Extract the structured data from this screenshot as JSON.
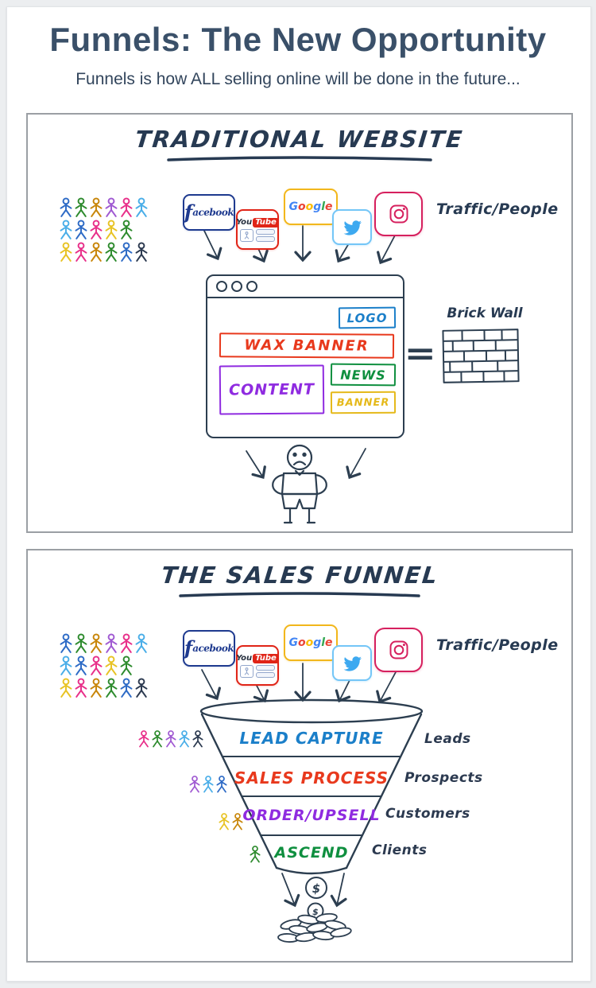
{
  "page": {
    "title": "Funnels: The New Opportunity",
    "subtitle": "Funnels is how ALL selling online will be done in the future...",
    "ink_color": "#2c3e50",
    "title_color": "#3a5069"
  },
  "crowd_rows": [
    [
      "#2e6bc6",
      "#2e8b2e",
      "#c8860a",
      "#a05ad2",
      "#e8308a",
      "#4aaee8"
    ],
    [
      "#4aaee8",
      "#2e6bc6",
      "#e8308a",
      "#e8c325",
      "#2e8b2e"
    ],
    [
      "#e8c325",
      "#e8308a",
      "#c8860a",
      "#2e8b2e",
      "#2e6bc6",
      "#2c3a50"
    ]
  ],
  "social": {
    "facebook": {
      "icon": "facebook-icon",
      "f": "f",
      "rest": "acebook",
      "color": "#1e3a8f"
    },
    "youtube": {
      "icon": "youtube-icon",
      "you": "You",
      "tube": "Tube",
      "color": "#e02417"
    },
    "google": {
      "icon": "google-icon",
      "border": "#f2b71c",
      "letters": [
        [
          "G",
          "#4285f4"
        ],
        [
          "o",
          "#ea4335"
        ],
        [
          "o",
          "#fbbc05"
        ],
        [
          "g",
          "#4285f4"
        ],
        [
          "l",
          "#34a853"
        ],
        [
          "e",
          "#ea4335"
        ]
      ]
    },
    "twitter": {
      "icon": "twitter-icon",
      "border": "#74c6f7",
      "bird": "#3da9f0"
    },
    "instagram": {
      "icon": "instagram-icon",
      "color": "#d6205e"
    }
  },
  "panel_traditional": {
    "heading": "TRADITIONAL WEBSITE",
    "traffic_label": "Traffic/People",
    "website_boxes": {
      "logo": {
        "label": "LOGO",
        "color": "#1b7fc9"
      },
      "wax": {
        "label": "WAX BANNER",
        "color": "#e8391d"
      },
      "content": {
        "label": "CONTENT",
        "color": "#8f2be0"
      },
      "news": {
        "label": "NEWS",
        "color": "#0f8f3f"
      },
      "banner": {
        "label": "BANNER",
        "color": "#e5b91a"
      }
    },
    "equals": "=",
    "brick_wall_label": "Brick Wall"
  },
  "panel_funnel": {
    "heading": "THE SALES FUNNEL",
    "traffic_label": "Traffic/People",
    "tiers": [
      {
        "label": "LEAD CAPTURE",
        "color": "#1b7fc9",
        "side_label": "Leads",
        "people": [
          "#e8308a",
          "#2e8b2e",
          "#a05ad2",
          "#4aaee8",
          "#2c3a50"
        ]
      },
      {
        "label": "SALES PROCESS",
        "color": "#e8391d",
        "side_label": "Prospects",
        "people": [
          "#a05ad2",
          "#4aaee8",
          "#2e6bc6"
        ]
      },
      {
        "label": "ORDER/UPSELL",
        "color": "#8f2be0",
        "side_label": "Customers",
        "people": [
          "#e8c325",
          "#c8860a"
        ]
      },
      {
        "label": "ASCEND",
        "color": "#0f8f3f",
        "side_label": "Clients",
        "people": [
          "#2e8b2e"
        ]
      }
    ],
    "dollar": "$"
  }
}
